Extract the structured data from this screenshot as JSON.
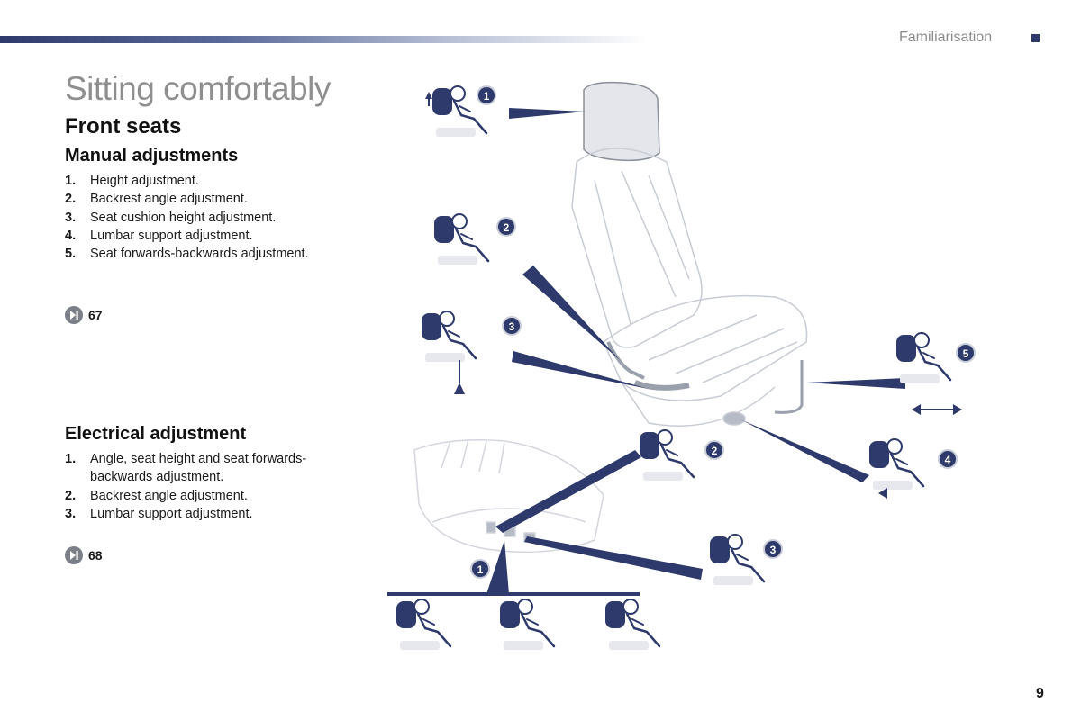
{
  "header": {
    "section": "Familiarisation"
  },
  "title": "Sitting comfortably",
  "subtitle": "Front seats",
  "manual": {
    "heading": "Manual adjustments",
    "items": [
      {
        "num": "1.",
        "text": "Height adjustment."
      },
      {
        "num": "2.",
        "text": "Backrest angle adjustment."
      },
      {
        "num": "3.",
        "text": "Seat cushion height adjustment."
      },
      {
        "num": "4.",
        "text": "Lumbar support adjustment."
      },
      {
        "num": "5.",
        "text": "Seat forwards-backwards adjustment."
      }
    ],
    "ref": "67"
  },
  "electrical": {
    "heading": "Electrical adjustment",
    "items": [
      {
        "num": "1.",
        "text": "Angle, seat height and seat forwards-backwards adjustment."
      },
      {
        "num": "2.",
        "text": "Backrest angle adjustment."
      },
      {
        "num": "3.",
        "text": "Lumbar support adjustment."
      }
    ],
    "ref": "68"
  },
  "illustration": {
    "callouts_manual": [
      "1",
      "2",
      "3",
      "4",
      "5"
    ],
    "callouts_electric": [
      "1",
      "2",
      "3"
    ]
  },
  "page_number": "9",
  "colors": {
    "accent": "#2e3a6b",
    "title_gray": "#8f8f8f",
    "seat_line": "#c8ccd4"
  }
}
